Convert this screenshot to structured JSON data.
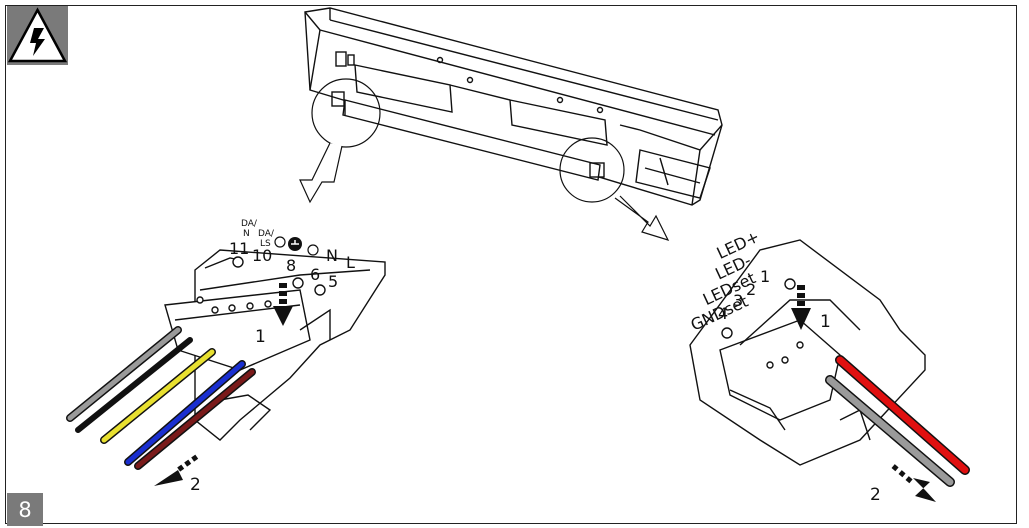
{
  "step_number": "8",
  "icons": {
    "warning": "high-voltage-warning-icon"
  },
  "left_terminal": {
    "labels": {
      "da_n": "DA/\nN",
      "da_ls": "DA/\nLS",
      "n": "N",
      "l": "L",
      "t11": "11",
      "t10": "10",
      "t8": "8",
      "t6": "6",
      "t5": "5"
    },
    "step1": "1",
    "step2": "2",
    "wire_colors": [
      "#9a9a9a",
      "#111111",
      "#e8e030",
      "#1a2fd0",
      "#7a1a1a"
    ]
  },
  "right_terminal": {
    "labels": {
      "led_plus": "LED+",
      "led_minus": "LED-",
      "ledset": "LEDset",
      "gndset": "GNDset",
      "t1": "1",
      "t2": "2",
      "t3": "3",
      "t4": "4"
    },
    "step1": "1",
    "step2": "2",
    "wire_colors": [
      "#e01010",
      "#9a9a9a"
    ]
  },
  "colors": {
    "warning_box": "#7a7a7a",
    "step_box": "#7a7a7a"
  }
}
